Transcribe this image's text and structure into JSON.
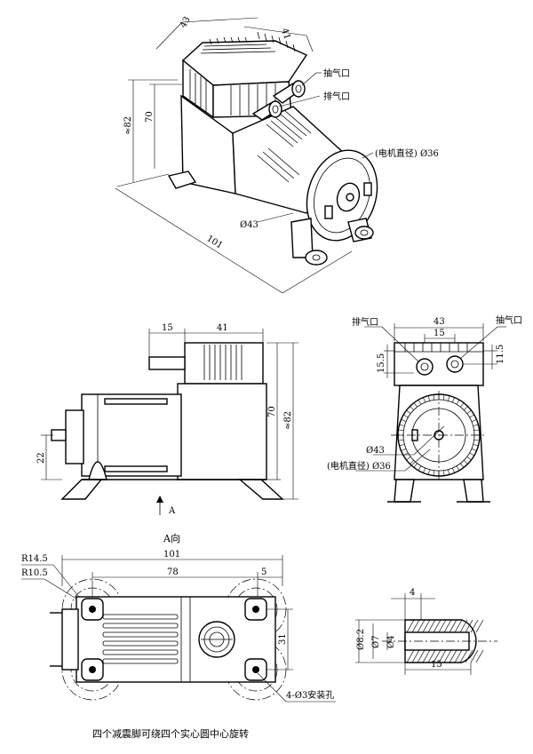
{
  "iso_view": {
    "dim_width": "43",
    "dim_depth": "41",
    "dim_height": "70",
    "dim_total_height": "≈82",
    "dim_length": "101",
    "dim_body_dia": "Ø43",
    "motor_dia": "(电机直径) Ø36",
    "port_suction": "抽气口",
    "port_exhaust": "排气口"
  },
  "side_view": {
    "dim_nozzle": "15",
    "dim_head": "41",
    "dim_height": "70",
    "dim_total_height": "≈82",
    "dim_shaft_height": "22",
    "view_arrow": "A"
  },
  "front_view": {
    "port_exhaust": "排气口",
    "port_suction": "抽气口",
    "dim_width": "43",
    "dim_port_spacing": "15",
    "dim_left_port": "15.5",
    "dim_right_port": "11.5",
    "dim_body_dia": "Ø43",
    "motor_dia": "(电机直径) Ø36"
  },
  "bottom_view": {
    "title": "A向",
    "dim_r_outer": "R14.5",
    "dim_r_inner": "R10.5",
    "dim_length": "101",
    "dim_hole_spacing": "78",
    "dim_edge": "5",
    "dim_hole_width": "31",
    "holes_note": "4-Ø3安装孔"
  },
  "nozzle_detail": {
    "dim_tip": "4",
    "dim_outer": "Ø8.2",
    "dim_mid": "Ø7",
    "dim_bore": "Ø4",
    "dim_length": "15"
  },
  "footer_note": "四个减震脚可绕四个实心圆中心旋转"
}
